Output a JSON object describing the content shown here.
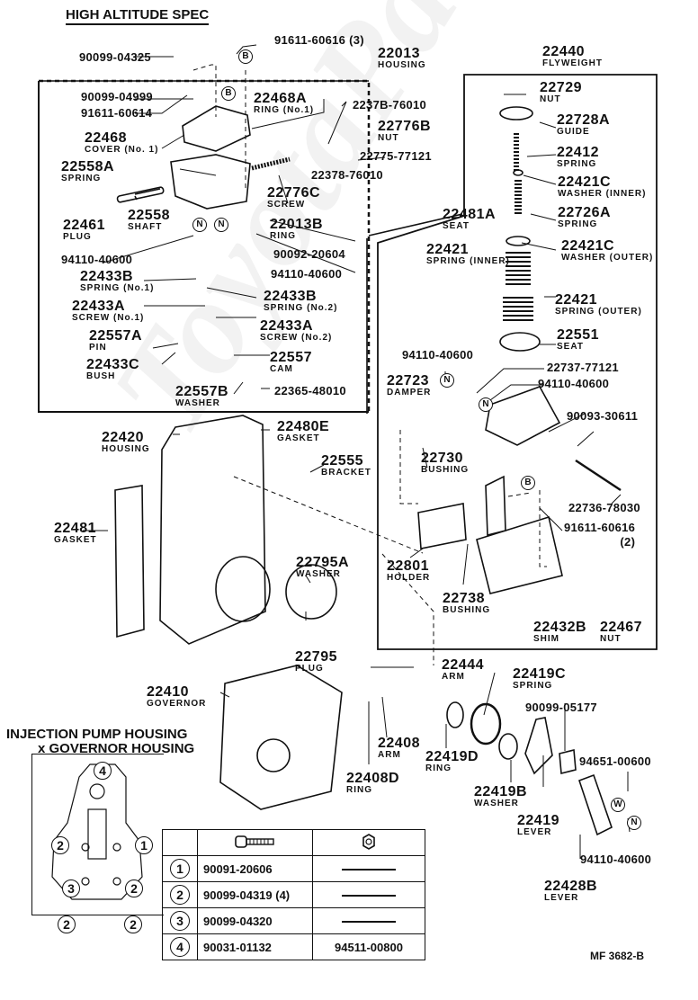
{
  "page": {
    "title": "HIGH ALTITUDE SPEC",
    "reference_code": "MF 3682-B",
    "watermark": "ToyotaParts"
  },
  "groups": {
    "housing_group": {
      "number": "22013",
      "name": "HOUSING"
    },
    "flyweight_group": {
      "number": "22440",
      "name": "FLYWEIGHT"
    }
  },
  "high_altitude_parts": [
    {
      "number": "90099-04325",
      "name": ""
    },
    {
      "number": "91611-60616 (3)",
      "name": ""
    },
    {
      "number": "90099-04999",
      "name": ""
    },
    {
      "number": "91611-60614",
      "name": ""
    },
    {
      "number": "22468A",
      "name": "RING (No.1)"
    },
    {
      "number": "2237B-76010",
      "name": ""
    },
    {
      "number": "22776B",
      "name": "NUT"
    },
    {
      "number": "22468",
      "name": "COVER (No. 1)"
    },
    {
      "number": "22775-77121",
      "name": ""
    },
    {
      "number": "22558A",
      "name": "SPRING"
    },
    {
      "number": "22378-76010",
      "name": ""
    },
    {
      "number": "22776C",
      "name": "SCREW"
    },
    {
      "number": "22461",
      "name": "PLUG"
    },
    {
      "number": "22558",
      "name": "SHAFT"
    },
    {
      "number": "22013B",
      "name": "RING"
    },
    {
      "number": "90092-20604",
      "name": ""
    },
    {
      "number": "94110-40600",
      "name": ""
    },
    {
      "number": "94110-40600",
      "name": ""
    },
    {
      "number": "22433B",
      "name": "SPRING (No.1)"
    },
    {
      "number": "22433B",
      "name": "SPRING (No.2)"
    },
    {
      "number": "22433A",
      "name": "SCREW (No.1)"
    },
    {
      "number": "22433A",
      "name": "SCREW (No.2)"
    },
    {
      "number": "22557A",
      "name": "PIN"
    },
    {
      "number": "22557",
      "name": "CAM"
    },
    {
      "number": "22433C",
      "name": "BUSH"
    },
    {
      "number": "22557B",
      "name": "WASHER"
    },
    {
      "number": "22365-48010",
      "name": ""
    }
  ],
  "flyweight_parts": [
    {
      "number": "22729",
      "name": "NUT"
    },
    {
      "number": "22728A",
      "name": "GUIDE"
    },
    {
      "number": "22412",
      "name": "SPRING"
    },
    {
      "number": "22421C",
      "name": "WASHER (INNER)"
    },
    {
      "number": "22481A",
      "name": "SEAT"
    },
    {
      "number": "22726A",
      "name": "SPRING"
    },
    {
      "number": "22421",
      "name": "SPRING (INNER)"
    },
    {
      "number": "22421C",
      "name": "WASHER (OUTER)"
    },
    {
      "number": "22421",
      "name": "SPRING (OUTER)"
    },
    {
      "number": "22551",
      "name": "SEAT"
    },
    {
      "number": "94110-40600",
      "name": ""
    },
    {
      "number": "22737-77121",
      "name": ""
    },
    {
      "number": "22723",
      "name": "DAMPER"
    },
    {
      "number": "94110-40600",
      "name": ""
    },
    {
      "number": "90093-30611",
      "name": ""
    },
    {
      "number": "22730",
      "name": "BUSHING"
    },
    {
      "number": "22736-78030",
      "name": ""
    },
    {
      "number": "91611-60616",
      "name": "(2)"
    },
    {
      "number": "22801",
      "name": "HOLDER"
    },
    {
      "number": "22738",
      "name": "BUSHING"
    },
    {
      "number": "22432B",
      "name": "SHIM"
    },
    {
      "number": "22467",
      "name": "NUT"
    }
  ],
  "main_parts": [
    {
      "number": "22420",
      "name": "HOUSING"
    },
    {
      "number": "22480E",
      "name": "GASKET"
    },
    {
      "number": "22555",
      "name": "BRACKET"
    },
    {
      "number": "22481",
      "name": "GASKET"
    },
    {
      "number": "22795A",
      "name": "WASHER"
    },
    {
      "number": "22795",
      "name": "PLUG"
    },
    {
      "number": "22410",
      "name": "GOVERNOR"
    },
    {
      "number": "22444",
      "name": "ARM"
    },
    {
      "number": "22419C",
      "name": "SPRING"
    },
    {
      "number": "22408",
      "name": "ARM"
    },
    {
      "number": "22419D",
      "name": "RING"
    },
    {
      "number": "90099-05177",
      "name": ""
    },
    {
      "number": "22408D",
      "name": "RING"
    },
    {
      "number": "94651-00600",
      "name": ""
    },
    {
      "number": "22419B",
      "name": "WASHER"
    },
    {
      "number": "22419",
      "name": "LEVER"
    },
    {
      "number": "94110-40600",
      "name": ""
    },
    {
      "number": "22428B",
      "name": "LEVER"
    }
  ],
  "symbols": {
    "b": "B",
    "n": "N",
    "w": "W"
  },
  "bolt_chart": {
    "title_line1": "INJECTION PUMP HOUSING",
    "title_line2": "x GOVERNOR HOUSING",
    "header_icons": [
      "bolt-icon",
      "nut-icon"
    ],
    "positions": [
      "4",
      "2",
      "1",
      "3",
      "2",
      "2",
      "2"
    ],
    "rows": [
      {
        "index": "1",
        "bolt": "90091-20606",
        "nut": ""
      },
      {
        "index": "2",
        "bolt": "90099-04319 (4)",
        "nut": ""
      },
      {
        "index": "3",
        "bolt": "90099-04320",
        "nut": ""
      },
      {
        "index": "4",
        "bolt": "90031-01132",
        "nut": "94511-00800"
      }
    ]
  }
}
